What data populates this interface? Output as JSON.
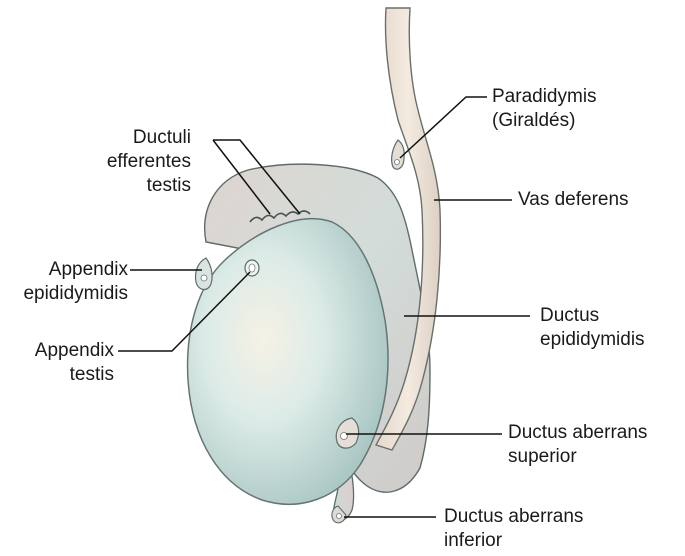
{
  "labels": {
    "paradidymis": [
      "Paradidymis",
      "(Giraldés)"
    ],
    "ductuli_efferentes": [
      "Ductuli",
      "efferentes",
      "testis"
    ],
    "vas_deferens": [
      "Vas deferens"
    ],
    "appendix_epididymidis": [
      "Appendix",
      "epididymidis"
    ],
    "ductus_epididymidis": [
      "Ductus",
      "epididymidis"
    ],
    "appendix_testis": [
      "Appendix",
      "testis"
    ],
    "ductus_aberrans_superior": [
      "Ductus aberrans",
      "superior"
    ],
    "ductus_aberrans_inferior": [
      "Ductus aberrans",
      "inferior"
    ]
  },
  "colors": {
    "testis_fill": "#d4e6e4",
    "epididymis_fill": "#dcd4d0",
    "vas_fill": "#ecdfd3",
    "outline": "#5c6a6a",
    "leader": "#111111"
  }
}
